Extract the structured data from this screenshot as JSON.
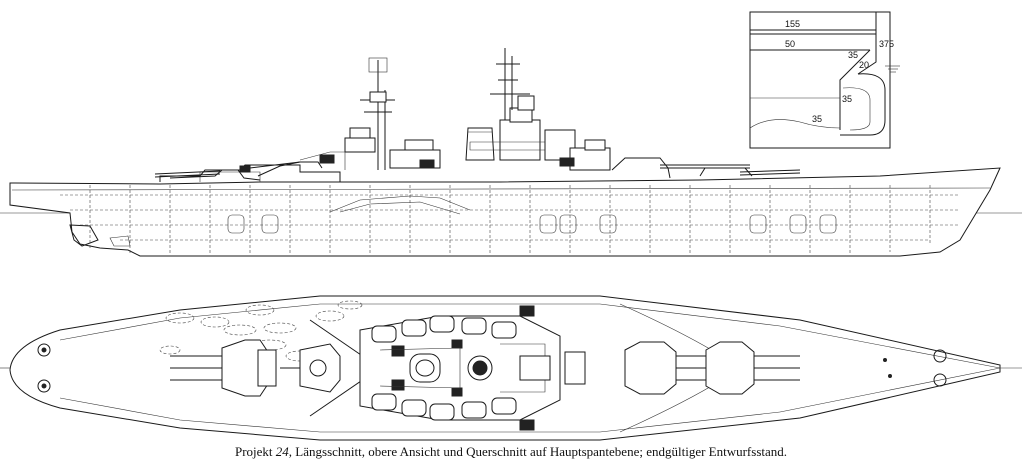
{
  "section": {
    "thickness_labels": [
      "155",
      "50",
      "35",
      "20",
      "35",
      "35",
      "375"
    ]
  },
  "caption": {
    "prefix": "Projekt ",
    "number": "24",
    "rest": ", Längsschnitt, obere Ansicht und Querschnitt auf Hauptspantebene; endgültiger Entwurfsstand."
  }
}
